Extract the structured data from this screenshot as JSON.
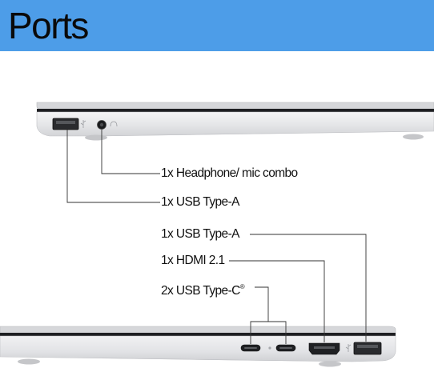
{
  "header": {
    "title": "Ports",
    "background_color": "#4d9de8"
  },
  "callouts": [
    {
      "side": "left",
      "label": "1x Headphone/ mic combo"
    },
    {
      "side": "left",
      "label": "1x USB Type-A"
    },
    {
      "side": "right",
      "label": "1x USB Type-A"
    },
    {
      "side": "right",
      "label": "1x HDMI 2.1"
    },
    {
      "side": "right",
      "label": "2x USB Type-C",
      "mark": "®"
    }
  ],
  "icons": {
    "usb_symbol": "usb-icon",
    "headphone_symbol": "headphone-icon"
  }
}
